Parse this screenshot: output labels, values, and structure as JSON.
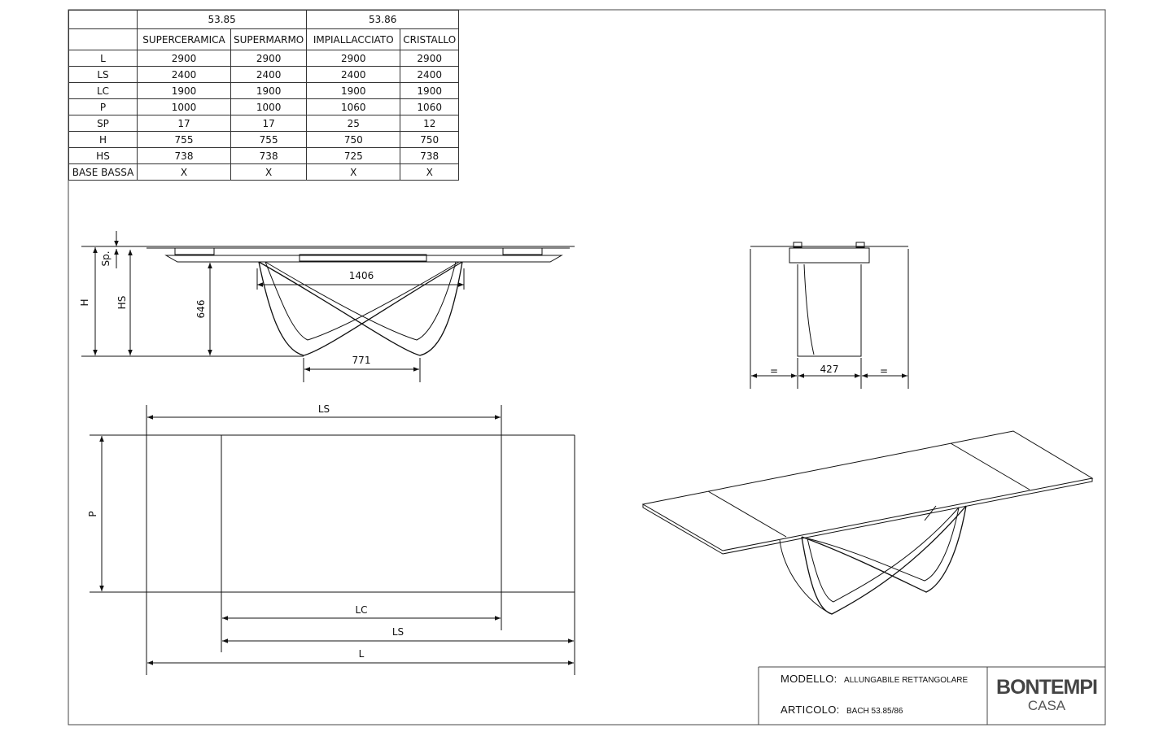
{
  "spec_table": {
    "groups": [
      "53.85",
      "53.86"
    ],
    "columns": [
      "SUPERCERAMICA",
      "SUPERMARMO",
      "IMPIALLACCIATO",
      "CRISTALLO"
    ],
    "rows": [
      {
        "label": "L",
        "values": [
          "2900",
          "2900",
          "2900",
          "2900"
        ]
      },
      {
        "label": "LS",
        "values": [
          "2400",
          "2400",
          "2400",
          "2400"
        ]
      },
      {
        "label": "LC",
        "values": [
          "1900",
          "1900",
          "1900",
          "1900"
        ]
      },
      {
        "label": "P",
        "values": [
          "1000",
          "1000",
          "1060",
          "1060"
        ]
      },
      {
        "label": "SP",
        "values": [
          "17",
          "17",
          "25",
          "12"
        ]
      },
      {
        "label": "H",
        "values": [
          "755",
          "755",
          "750",
          "750"
        ]
      },
      {
        "label": "HS",
        "values": [
          "738",
          "738",
          "725",
          "738"
        ]
      },
      {
        "label": "BASE BASSA",
        "values": [
          "X",
          "X",
          "X",
          "X"
        ]
      }
    ]
  },
  "front_view": {
    "sp": "Sp.",
    "h": "H",
    "hs": "HS",
    "leg_height": "646",
    "leg_span_top": "1406",
    "leg_span_bottom": "771"
  },
  "side_view": {
    "left": "=",
    "center": "427",
    "right": "="
  },
  "plan_view": {
    "ls_top": "LS",
    "p": "P",
    "lc": "LC",
    "ls_bottom": "LS",
    "l": "L"
  },
  "title_block": {
    "modello_label": "MODELLO:",
    "modello_value": "ALLUNGABILE RETTANGOLARE",
    "articolo_label": "ARTICOLO:",
    "articolo_value": "BACH 53.85/86",
    "logo_brand": "BONTEMPI",
    "logo_sub": "CASA"
  }
}
